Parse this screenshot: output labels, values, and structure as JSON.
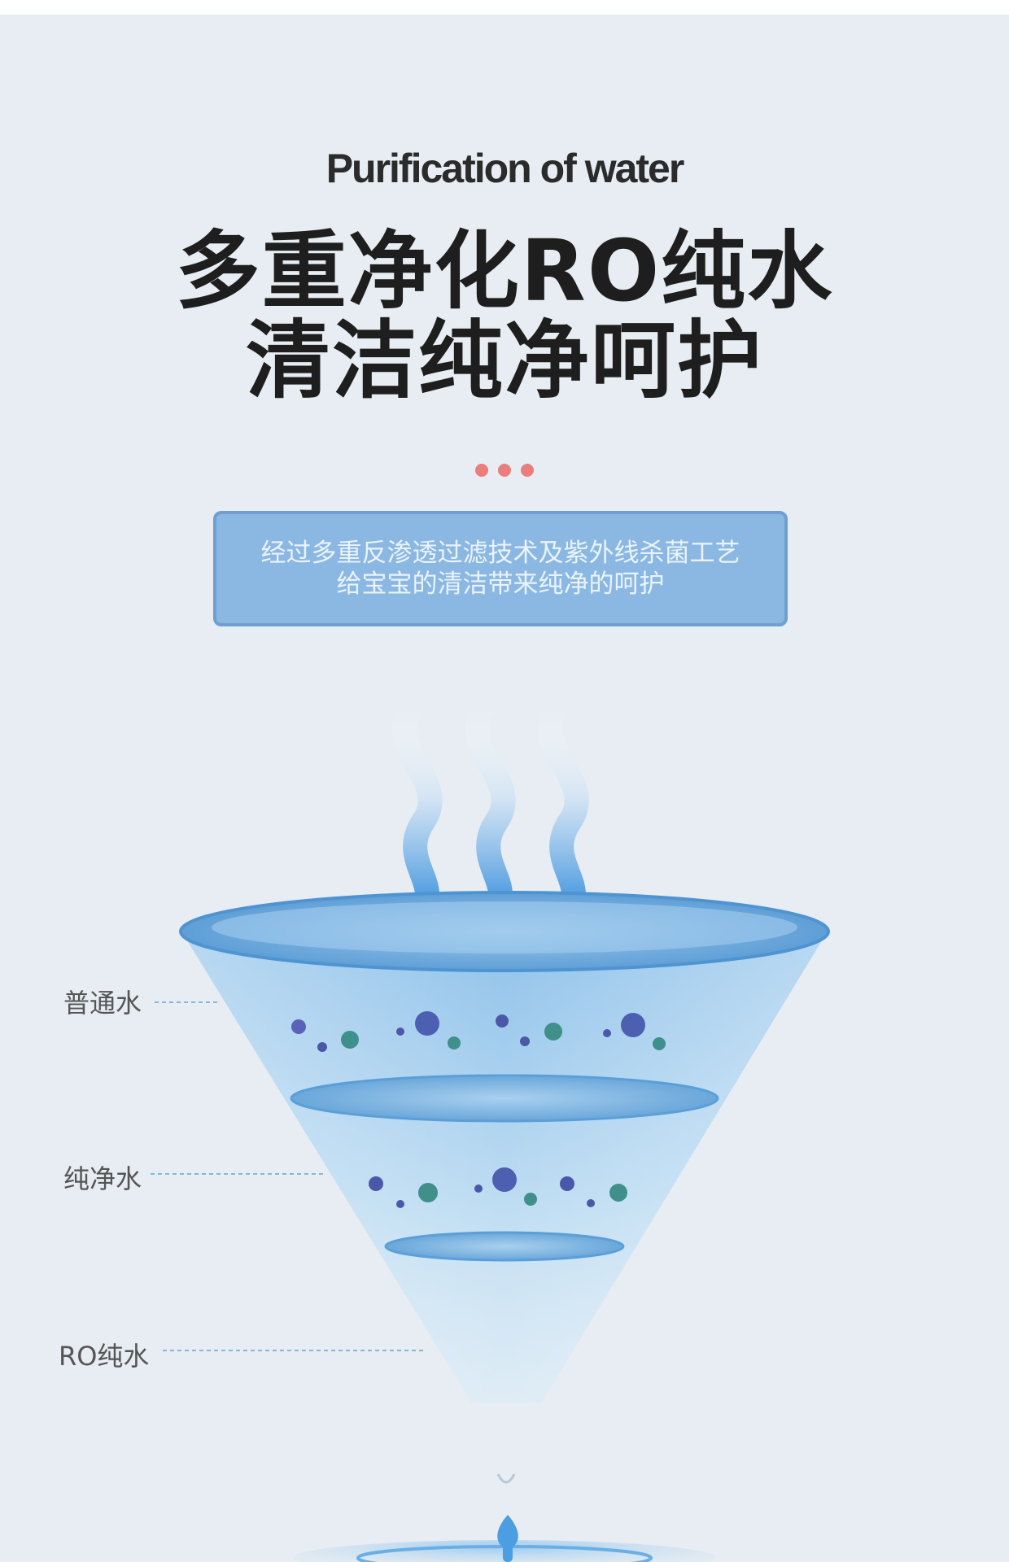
{
  "header": {
    "subtitle_en": "Purification of water",
    "title_line1": "多重净化RO纯水",
    "title_line2": "清洁纯净呵护"
  },
  "description": {
    "line1": "经过多重反渗透过滤技术及紫外线杀菌工艺",
    "line2": "给宝宝的清洁带来纯净的呵护"
  },
  "layers": {
    "ordinary_water": "普通水",
    "pure_water": "纯净水",
    "ro_water": "RO纯水"
  },
  "colors": {
    "background": "#e7edf2",
    "accent_dots": "#ec7d7d",
    "box_fill": "#8bb8e2",
    "box_border": "#6f9fd2",
    "funnel_blue": "#5b9fd8"
  }
}
